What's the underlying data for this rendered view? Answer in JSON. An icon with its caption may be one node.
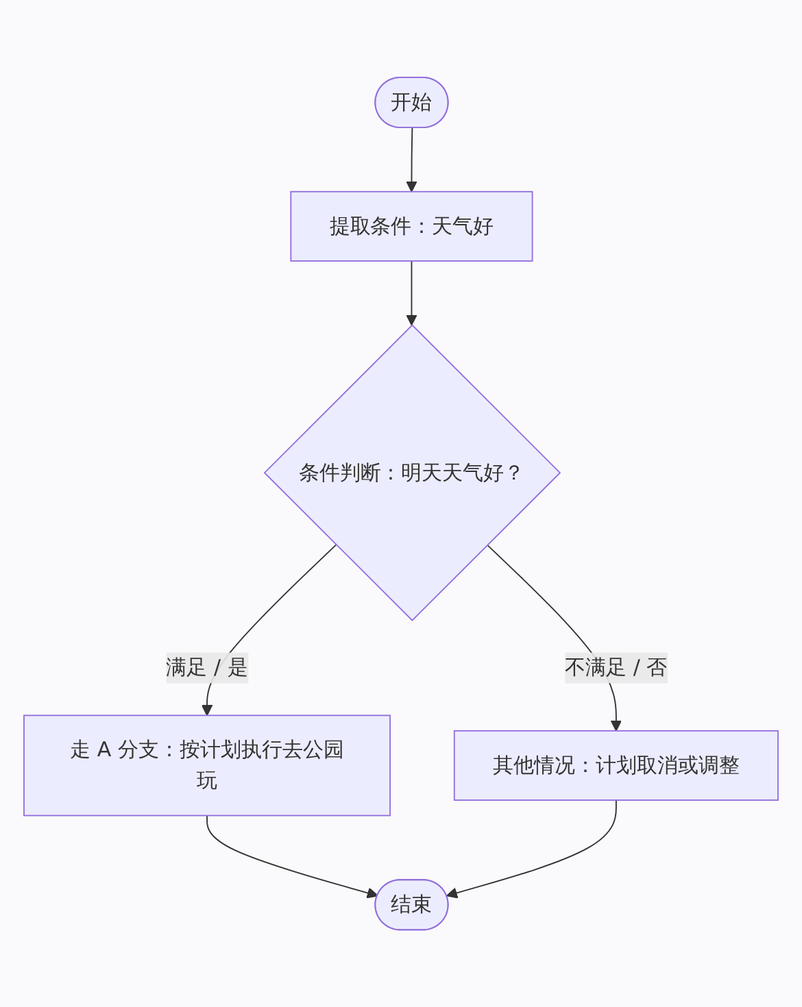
{
  "diagram": {
    "nodes": [
      {
        "text": [
          "开始"
        ]
      },
      {
        "text": [
          "提取条件：天气好"
        ]
      },
      {
        "text": [
          "条件判断：明天天气好？"
        ]
      },
      {
        "text": [
          "走 A 分支：按计划执行去公园玩"
        ]
      },
      {
        "text": [
          "其他情况：计划取消或调整"
        ]
      },
      {
        "text": [
          "结束"
        ]
      }
    ],
    "edges": [
      {
        "from": 0,
        "to": 1,
        "arrow": "to"
      },
      {
        "from": 1,
        "to": 2,
        "arrow": "to"
      },
      {
        "from": 2,
        "to": 3,
        "label": "满足 / 是",
        "arrow": "to"
      },
      {
        "from": 2,
        "to": 4,
        "label": "不满足 / 否",
        "arrow": "to"
      },
      {
        "from": 3,
        "to": 5,
        "arrow": "to"
      },
      {
        "from": 4,
        "to": 5,
        "arrow": "to"
      }
    ]
  }
}
